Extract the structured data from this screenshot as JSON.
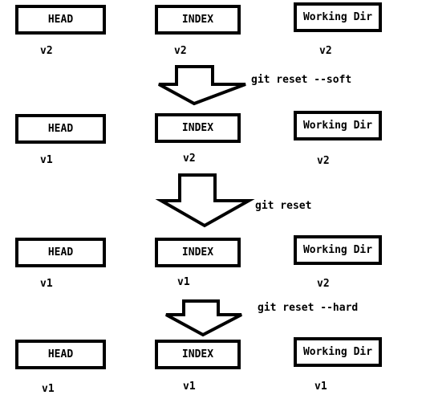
{
  "labels": {
    "head": "HEAD",
    "index": "INDEX",
    "working_dir": "Working Dir"
  },
  "states": [
    {
      "head": "v2",
      "index": "v2",
      "working_dir": "v2"
    },
    {
      "head": "v1",
      "index": "v2",
      "working_dir": "v2"
    },
    {
      "head": "v1",
      "index": "v1",
      "working_dir": "v2"
    },
    {
      "head": "v1",
      "index": "v1",
      "working_dir": "v1"
    }
  ],
  "commands": [
    "git reset --soft",
    "git reset",
    "git reset --hard"
  ]
}
